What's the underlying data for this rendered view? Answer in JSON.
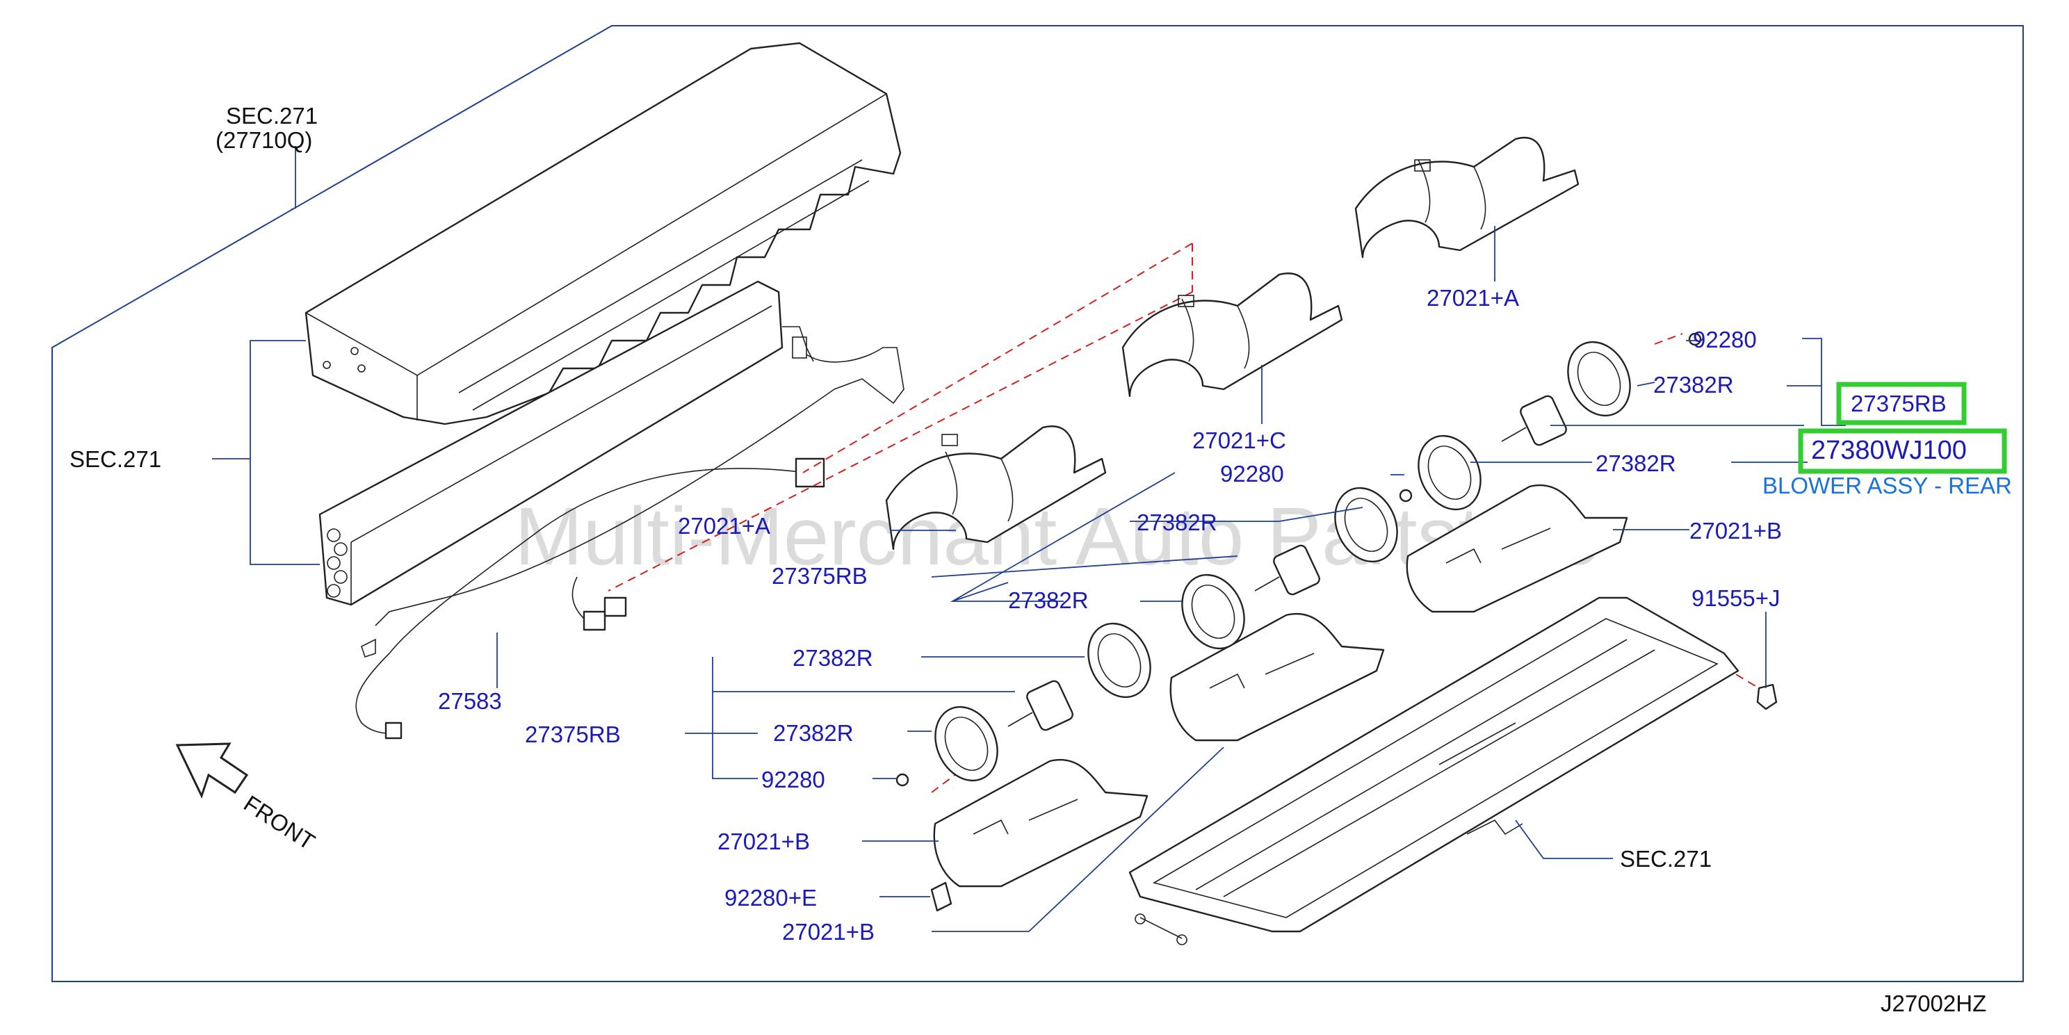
{
  "watermark": "Multi-Merchant Auto Partstore",
  "diagram_code": "J27002HZ",
  "direction_label": "FRONT",
  "highlight_description": "BLOWER ASSY - REAR",
  "labels": {
    "sec271_top": "SEC.271",
    "sec271_top_code": "(27710Q)",
    "sec271_left": "SEC.271",
    "sec271_bottom": "SEC.271",
    "p27583": "27583",
    "p27021A_top": "27021+A",
    "p27021C": "27021+C",
    "p27021A_mid": "27021+A",
    "p92280_top": "92280",
    "p27382R_top": "27382R",
    "p27375RB_hl": "27375RB",
    "p27380WJ100": "27380WJ100",
    "p27382R_r2": "27382R",
    "p92280_mid": "92280",
    "p27382R_mid": "27382R",
    "p27375RB_mid": "27375RB",
    "p27382R_mid2": "27382R",
    "p27021B_right": "27021+B",
    "p91555J": "91555+J",
    "p27382R_low1": "27382R",
    "p27375RB_low": "27375RB",
    "p27382R_low2": "27382R",
    "p92280_low": "92280",
    "p27021B_low": "27021+B",
    "p92280E": "92280+E",
    "p27021B_bottom": "27021+B"
  },
  "colors": {
    "label_blue": "#1a1ab8",
    "leader_line": "#1f3f8f",
    "highlight_green": "#33cc33",
    "description_blue": "#1a73d9",
    "dash_red": "#d02020"
  }
}
